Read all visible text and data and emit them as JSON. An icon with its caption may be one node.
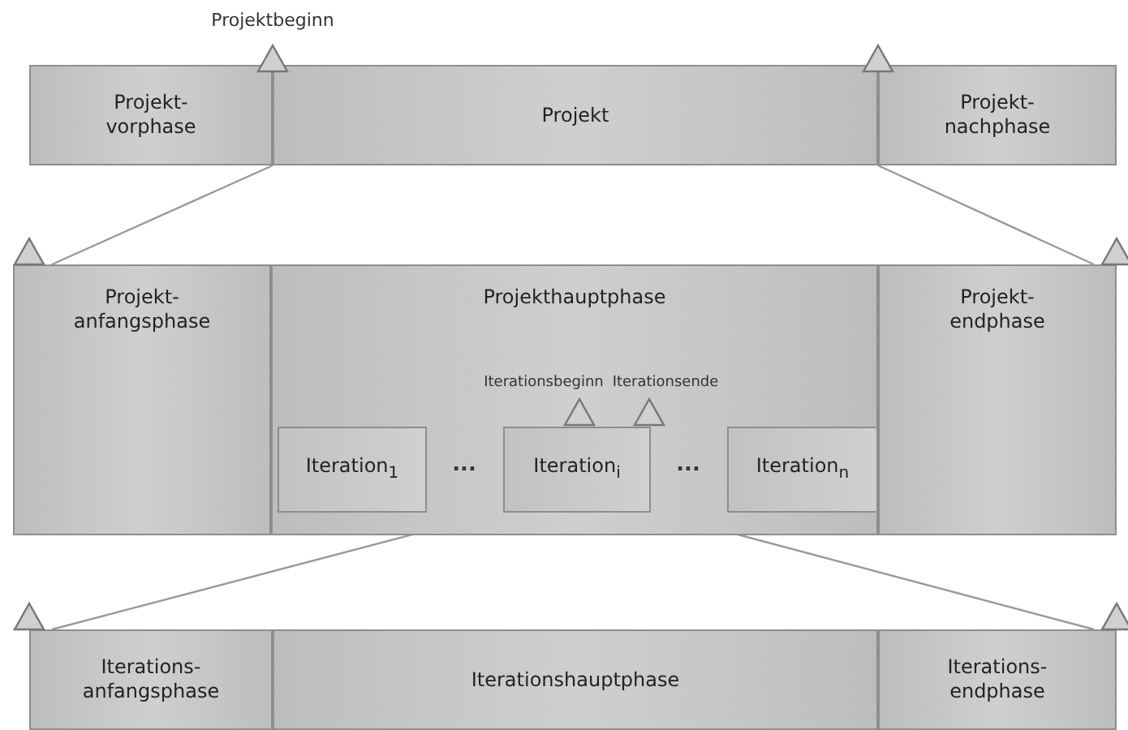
{
  "diagram": {
    "nodes": [
      {
        "text": [
          "Projekt-vorphase"
        ]
      },
      {
        "text": [
          "Projekt"
        ]
      },
      {
        "text": [
          "Projekt-nachphase"
        ]
      },
      {
        "text": [
          "Projekt-anfangsphase"
        ]
      },
      {
        "text": [
          "Projekthauptphase"
        ]
      },
      {
        "text": [
          "Iteration$_{1}$"
        ],
        "in": 4
      },
      {
        "text": [
          "Iteration$_{i}$"
        ],
        "in": 4
      },
      {
        "text": [
          "Iteration$_{n}$"
        ],
        "in": 4
      },
      {
        "text": [
          "Projekt-endphase"
        ]
      },
      {
        "text": [
          "Iterations-anfangsphase"
        ]
      },
      {
        "text": [
          "Iterationshauptphase"
        ]
      },
      {
        "text": [
          "Iterations-endphase"
        ]
      }
    ],
    "edges": [
      {
        "from": 1,
        "to": 3,
        "arrow": "none"
      },
      {
        "from": 1,
        "to": 8,
        "arrow": "none"
      },
      {
        "from": 6,
        "to": 9,
        "arrow": "none"
      },
      {
        "from": 6,
        "to": 11,
        "arrow": "none"
      }
    ],
    "labels": [
      "Projektbeginn",
      "Iterationsbeginn",
      "Iterationsende",
      "...",
      "..."
    ]
  }
}
